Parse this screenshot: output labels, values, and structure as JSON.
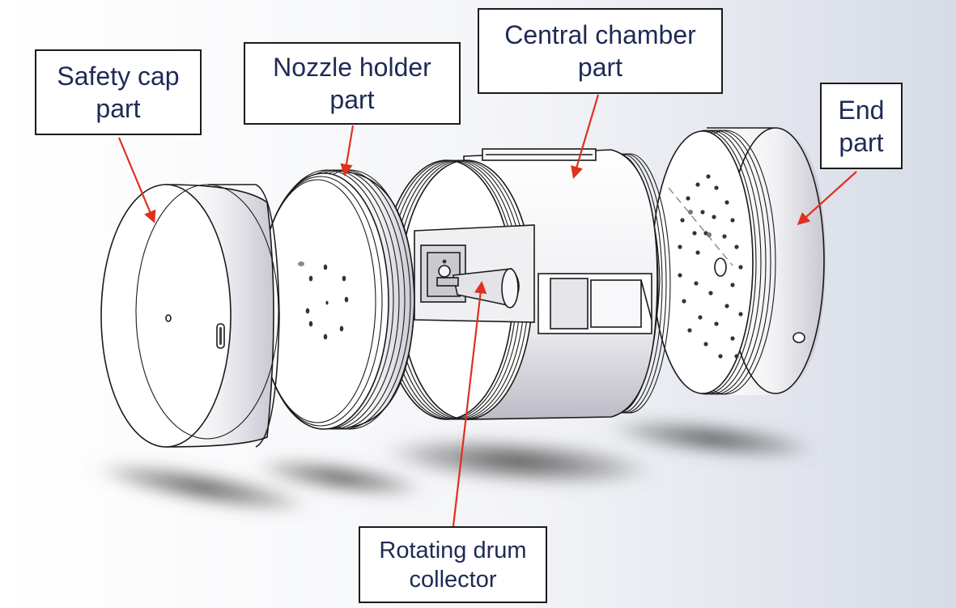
{
  "labels": {
    "safety_cap": {
      "line1": "Safety cap",
      "line2": "part"
    },
    "nozzle_holder": {
      "line1": "Nozzle holder",
      "line2": "part"
    },
    "central_chamber": {
      "line1": "Central chamber",
      "line2": "part"
    },
    "end_part": {
      "line1": "End",
      "line2": "part"
    },
    "rotating_drum": {
      "line1": "Rotating drum",
      "line2": "collector"
    }
  },
  "colors": {
    "label_text": "#1f2a55",
    "arrow": "#e0301e",
    "part_fill": "#f4f4f6",
    "part_outline": "#1a1a1a",
    "shadow": "#3a3a3a"
  }
}
